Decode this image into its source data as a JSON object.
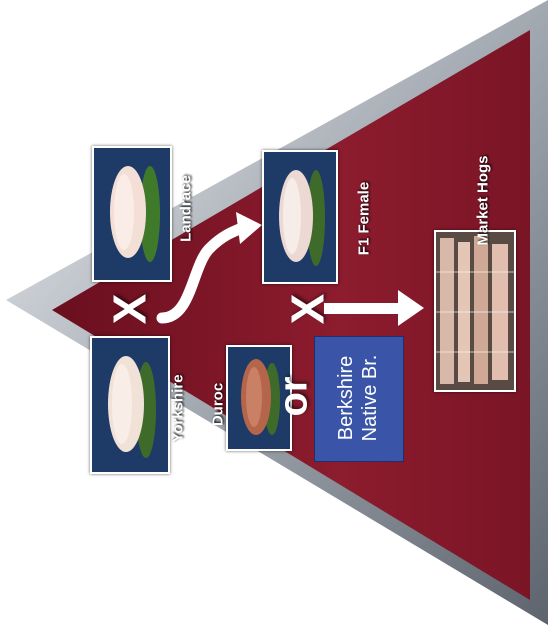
{
  "breeds": {
    "yorkshire": "Yorkshire",
    "landrace": "Landrace",
    "duroc": "Duroc",
    "f1_female": "F1 Female",
    "market_hogs": "Market Hogs"
  },
  "symbols": {
    "cross_1": "X",
    "cross_2": "X",
    "or_word": "or"
  },
  "berkshire_box": {
    "line1": "Berkshire",
    "line2": "Native Br."
  },
  "colors": {
    "triangle_fill": "#8c1c2e",
    "triangle_border": "#a7adb5",
    "photo_bg": "#1e3a66",
    "berkshire_box": "#3a55a8"
  }
}
